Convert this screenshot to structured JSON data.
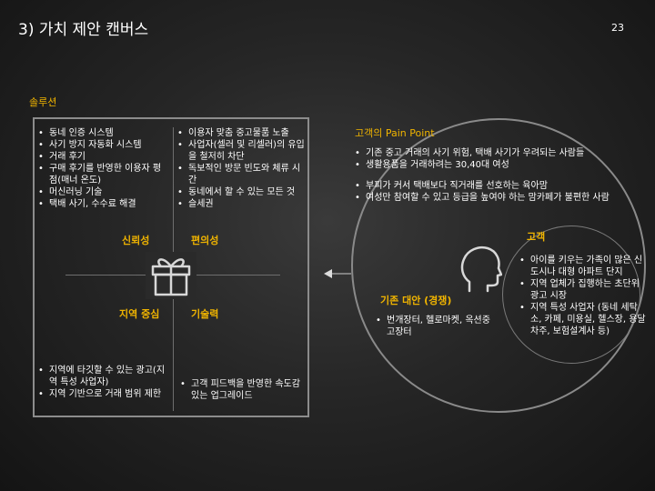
{
  "slide": {
    "title": "3) 가치 제안 캔버스",
    "page_number": "23"
  },
  "solution": {
    "label": "솔루션",
    "top_left_items": [
      "동네 인증 시스템",
      "사기 방지 자동화 시스템",
      "거래 후기",
      "구매 후기를 반영한 이용자 평점(매너 온도)",
      "머신러닝 기술",
      "택배 사기, 수수료 해결"
    ],
    "top_right_items": [
      "이용자 맞춤 중고물품 노출",
      "사업자(셀러 및 리셀러)의 유입을 철저히 차단",
      "독보적인 방문 빈도와 체류 시간",
      "동네에서 할 수 있는 모든 것",
      "슬세권"
    ],
    "bottom_left_items": [
      "지역에 타깃할 수 있는 광고(지역 특성 사업자)",
      "지역 기반으로 거래 범위 제한"
    ],
    "bottom_right_items": [
      "고객 피드백을 반영한 속도감 있는 업그레이드"
    ],
    "quadrants": {
      "reliability": "신뢰성",
      "convenience": "편의성",
      "local": "지역 중심",
      "technology": "기술력"
    }
  },
  "pain_point": {
    "label": "고객의 Pain Point",
    "items_group1": [
      "기존 중고 거래의 사기 위험, 택배 사기가 우려되는 사람들",
      "생활용품을 거래하려는 30,40대 여성"
    ],
    "items_group2": [
      "부피가 커서 택배보다 직거래를 선호하는 육아맘",
      "여성만 참여할 수 있고 등급을 높여야 하는 맘카페가 불편한 사람"
    ]
  },
  "alternatives": {
    "label": "기존 대안 (경쟁)",
    "items": [
      "번개장터, 헬로마켓, 옥션중고장터"
    ]
  },
  "customer": {
    "label": "고객",
    "items": [
      "아이를 키우는 가족이 많은 신도시나 대형 아파트 단지",
      "지역 업체가 집행하는 초단위 광고 시장",
      "지역 특성 사업자 (동네 세탁소, 카페, 미용실, 헬스장, 용달차주, 보험설계사 등)"
    ]
  },
  "colors": {
    "accent": "#f0b400",
    "text": "#ffffff"
  },
  "icons": {
    "center": "gift-icon",
    "customer": "head-icon",
    "arrow": "arrow-left-icon"
  }
}
